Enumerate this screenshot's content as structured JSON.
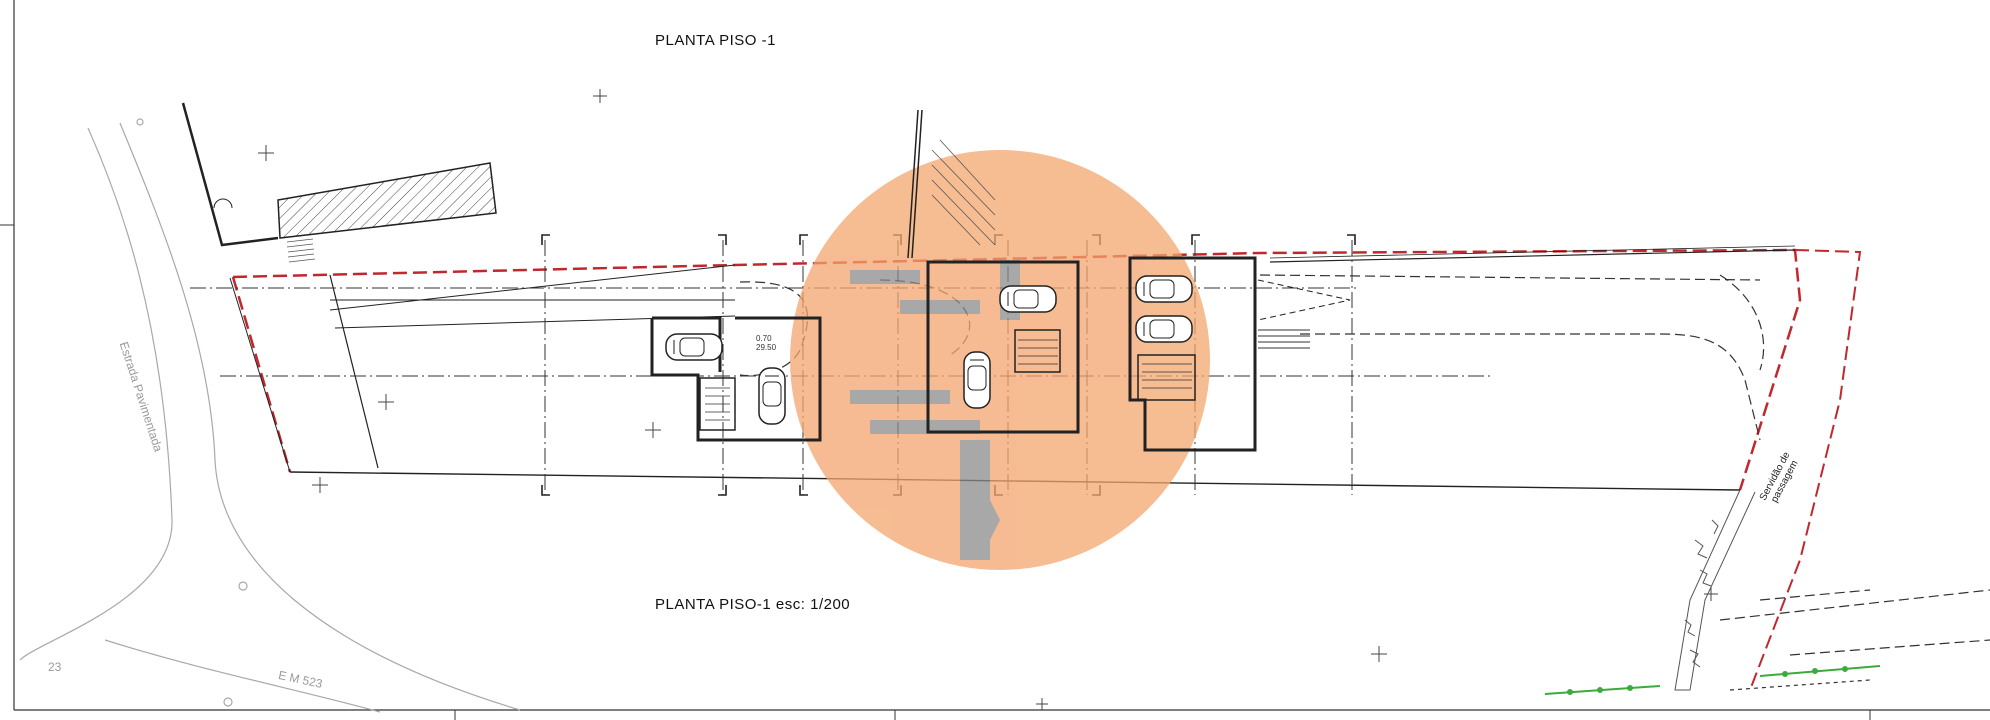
{
  "drawing": {
    "title_top": "PLANTA PISO  -1",
    "title_bottom": "PLANTA  PISO-1  esc: 1/200",
    "road_label": "Estrada Pavimentada",
    "road_code": "E M 523",
    "road_number": "23",
    "easement_line1": "Servidão de",
    "easement_line2": "passagem",
    "level_mark": "0.70\n29.50"
  },
  "colors": {
    "boundary_red": "#c0282d",
    "wall": "#2b2b2b",
    "axis": "#333333",
    "road_gray": "#9a9a9a",
    "watermark_orange": "#f3a56e",
    "watermark_gray": "#8c8c8c",
    "vegetation_green": "#3caa3c"
  },
  "icons": [
    "car-icon",
    "stair-icon",
    "tree-icon",
    "watermark-logo"
  ]
}
